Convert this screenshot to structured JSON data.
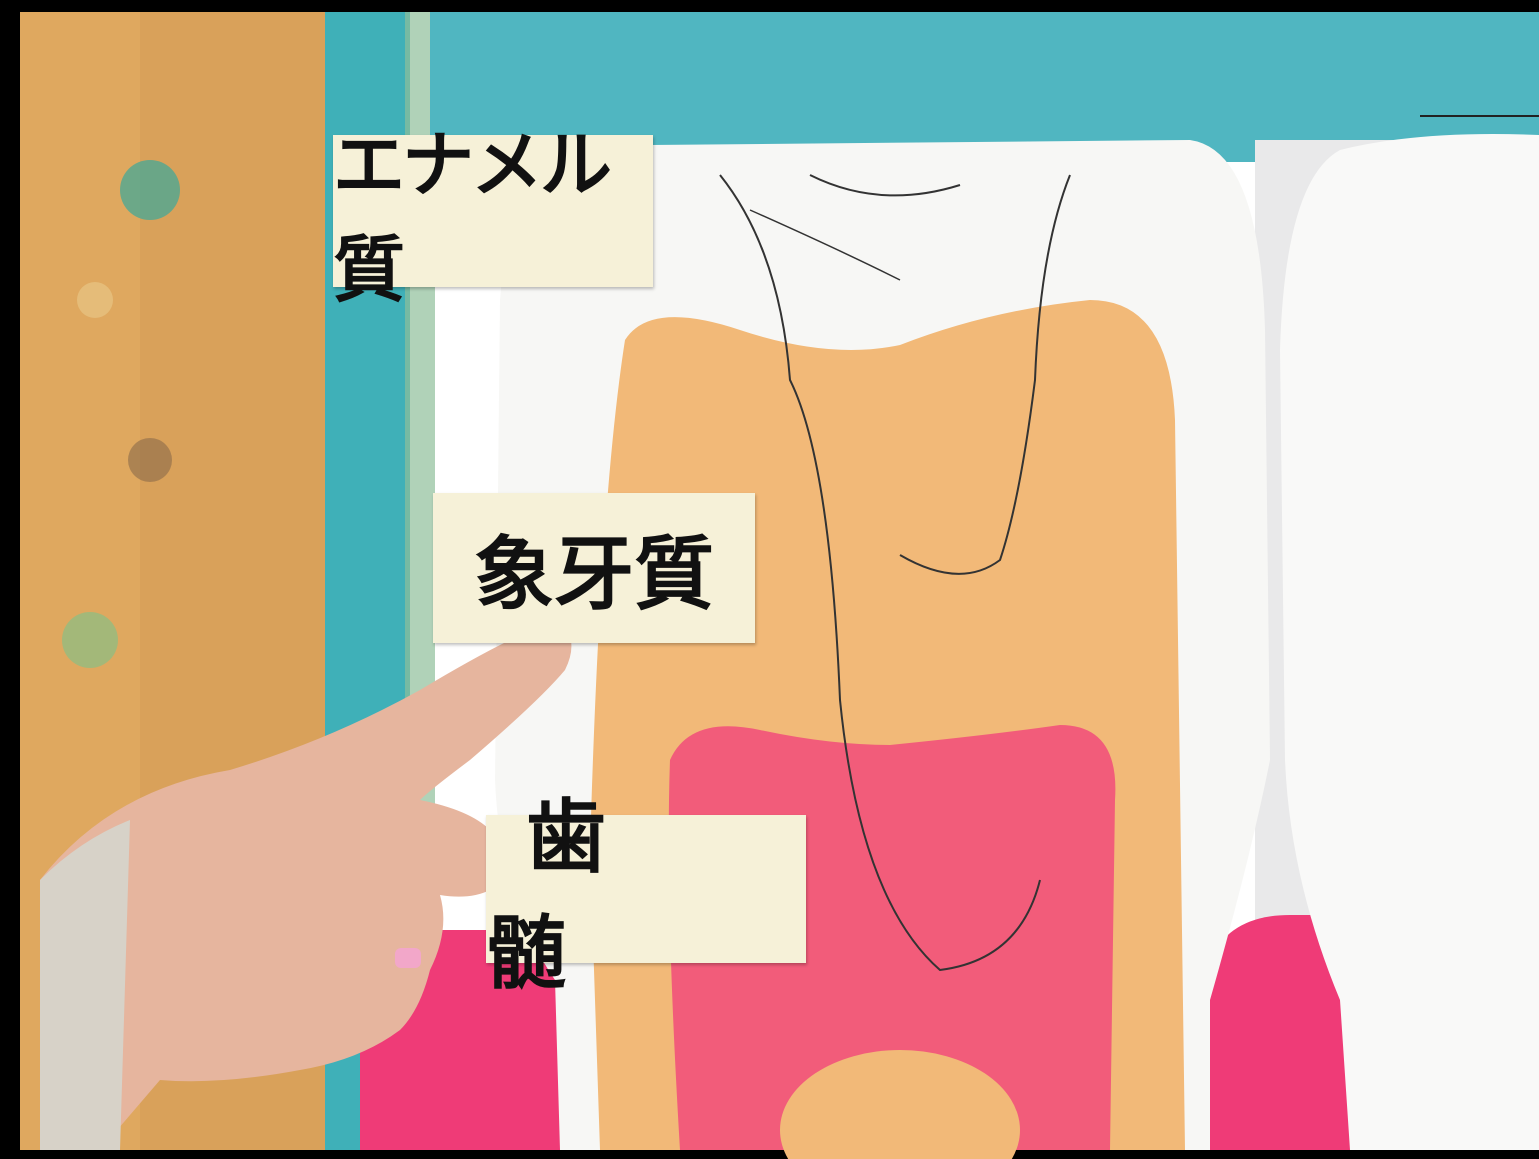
{
  "labels": {
    "enamel": "エナメル質",
    "dentin": "象牙質",
    "pulp": "歯 髄"
  },
  "colors": {
    "border": "#000000",
    "background_left": "#d9a15a",
    "wall_teal": "#3fb0b8",
    "tooth_white": "#f7f7f5",
    "enamel": "#f7f7f5",
    "dentin": "#f2b978",
    "pulp": "#f25c7a",
    "gum": "#ef3b77",
    "card": "#f6f1d8"
  }
}
